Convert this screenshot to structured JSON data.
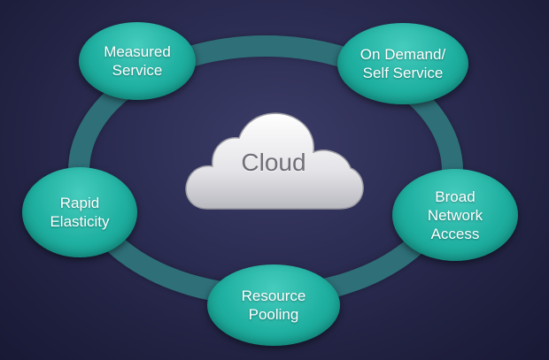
{
  "center": {
    "label": "Cloud"
  },
  "nodes": {
    "measured": "Measured\nService",
    "ondemand": "On Demand/\nSelf Service",
    "rapid": "Rapid\nElasticity",
    "broad": "Broad\nNetwork\nAccess",
    "pool": "Resource\nPooling"
  },
  "colors": {
    "background": "#23244a",
    "ring": "#2e6f78",
    "node": "#1fb0a1",
    "cloud": "#e6e6ea"
  }
}
